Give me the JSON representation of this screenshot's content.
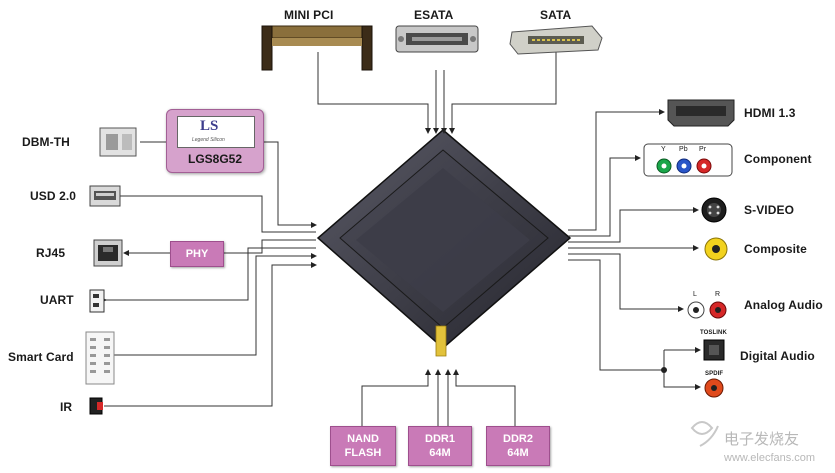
{
  "top": {
    "mini_pci": "MINI PCI",
    "esata": "ESATA",
    "sata": "SATA"
  },
  "left": {
    "dbm_th": "DBM-TH",
    "chip_name": "LGS8G52",
    "chip_logo": "LS",
    "chip_logo_sub": "Legend Silicon",
    "usd": "USD 2.0",
    "rj45": "RJ45",
    "phy": "PHY",
    "uart": "UART",
    "smart_card": "Smart Card",
    "ir": "IR"
  },
  "right": {
    "hdmi": "HDMI 1.3",
    "component": "Component",
    "component_channels": [
      "Y",
      "Pb",
      "Pr"
    ],
    "svideo": "S-VIDEO",
    "composite": "Composite",
    "analog_audio": "Analog Audio",
    "analog_channels": [
      "L",
      "R"
    ],
    "digital_audio": "Digital Audio",
    "toslink": "TOSLINK",
    "spdif": "SPDIF"
  },
  "bottom": {
    "nand_1": "NAND",
    "nand_2": "FLASH",
    "ddr1_1": "DDR1",
    "ddr1_2": "64M",
    "ddr2_1": "DDR2",
    "ddr2_2": "64M"
  },
  "watermark": {
    "cn": "电子发烧友",
    "url": "www.elecfans.com"
  },
  "colors": {
    "pink_box": "#c97ab7",
    "chip_body": "#3a3a44",
    "line": "#333333"
  }
}
